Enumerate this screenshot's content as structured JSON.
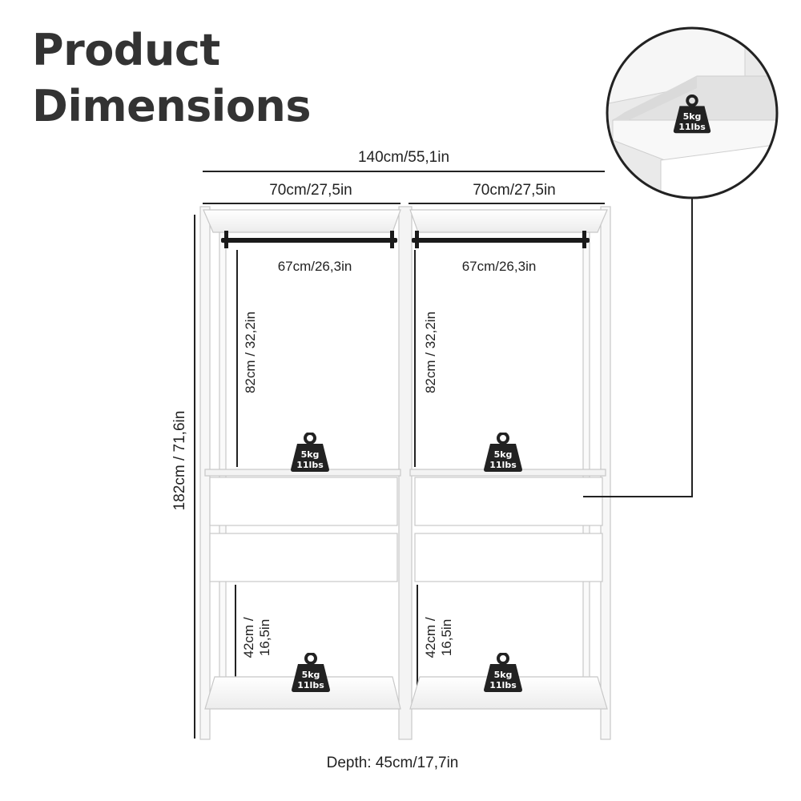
{
  "title": {
    "line1": "Product",
    "line2": "Dimensions"
  },
  "dimensions": {
    "total_width": "140cm/55,1in",
    "section_width": "70cm/27,5in",
    "rail_length": "67cm/26,3in",
    "hanging_height": "82cm  / 32,2in",
    "total_height": "182cm / 71,6in",
    "bottom_height_line1": "42cm /",
    "bottom_height_line2": "16,5in",
    "depth": "Depth: 45cm/17,7in"
  },
  "load": {
    "kg": "5kg",
    "lbs": "11lbs"
  },
  "colors": {
    "text": "#222222",
    "title": "#333333",
    "weight_icon": "#222222",
    "panel": "#ffffff",
    "panel_edge": "#c8c8c8",
    "rail": "#1a1a1a"
  }
}
